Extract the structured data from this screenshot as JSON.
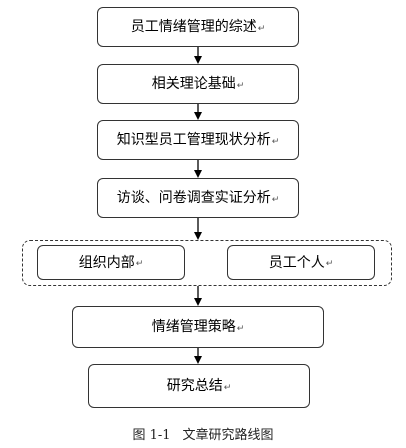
{
  "flow": {
    "steps": [
      {
        "label": "员工情绪管理的综述"
      },
      {
        "label": "相关理论基础"
      },
      {
        "label": "知识型员工管理现状分析"
      },
      {
        "label": "访谈、问卷调查实证分析"
      }
    ],
    "group": {
      "left": {
        "label": "组织内部"
      },
      "right": {
        "label": "员工个人"
      }
    },
    "strategy": {
      "label": "情绪管理策略"
    },
    "conclusion": {
      "label": "研究总结"
    }
  },
  "paragraph_mark": "↵",
  "caption": {
    "number": "图 1-1",
    "title": "文章研究路线图"
  }
}
